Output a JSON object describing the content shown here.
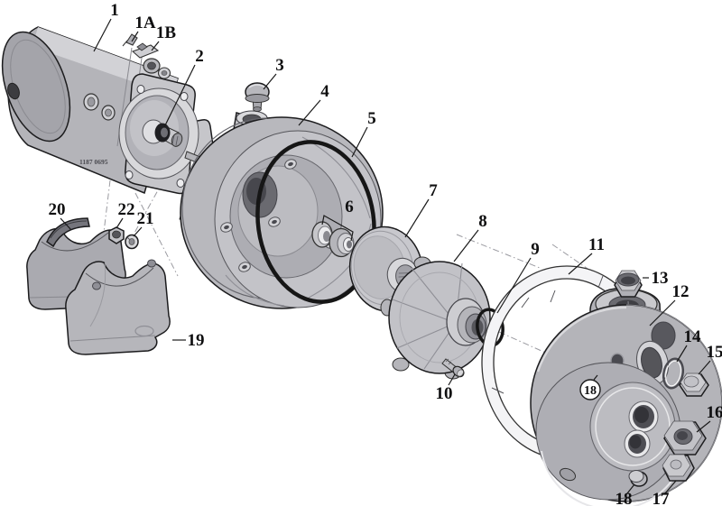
{
  "diagram": {
    "stamp": "1187 0695",
    "colors": {
      "background": "#ffffff",
      "outline": "#1c1c1e",
      "metal_light": "#d6d6da",
      "metal_mid": "#b4b4b9",
      "metal_dark": "#8e8e95",
      "oring": "#161616",
      "label": "#0f0f10"
    },
    "callouts": [
      {
        "text": "1"
      },
      {
        "text": "1A"
      },
      {
        "text": "1B"
      },
      {
        "text": "2"
      },
      {
        "text": "3"
      },
      {
        "text": "4"
      },
      {
        "text": "5"
      },
      {
        "text": "6"
      },
      {
        "text": "7"
      },
      {
        "text": "8"
      },
      {
        "text": "9"
      },
      {
        "text": "10"
      },
      {
        "text": "11"
      },
      {
        "text": "12"
      },
      {
        "text": "13"
      },
      {
        "text": "14"
      },
      {
        "text": "15"
      },
      {
        "text": "16"
      },
      {
        "text": "17"
      },
      {
        "text": "18"
      },
      {
        "text": "18"
      },
      {
        "text": "19"
      },
      {
        "text": "20"
      },
      {
        "text": "21"
      },
      {
        "text": "22"
      }
    ]
  }
}
